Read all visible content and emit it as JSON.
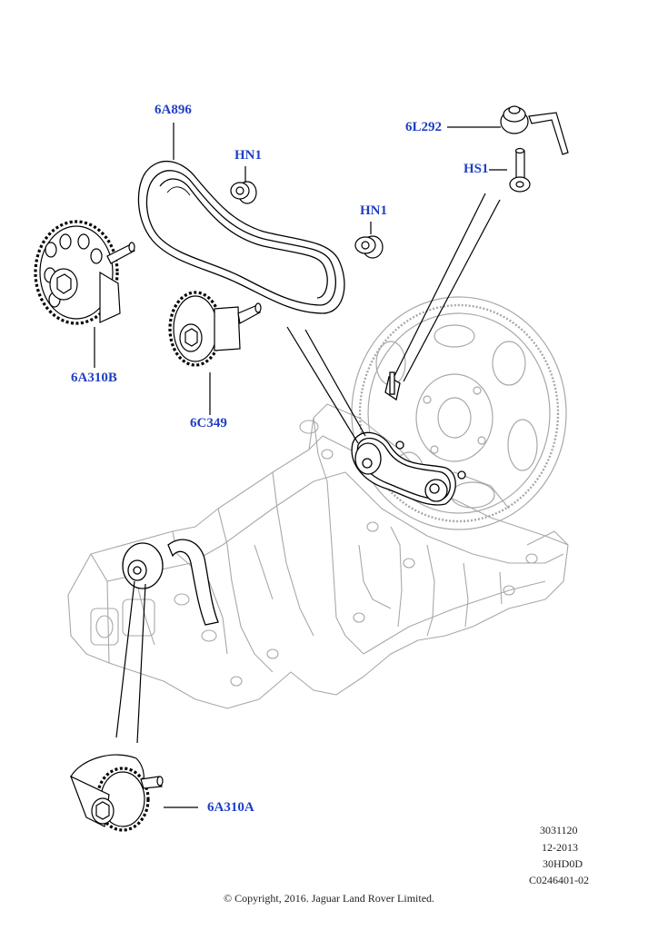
{
  "callouts": {
    "belt": "6A896",
    "hn1_upper": "HN1",
    "hn1_lower": "HN1",
    "sprocket_left": "6A310B",
    "sprocket_mid": "6C349",
    "bracket": "6L292",
    "bolt": "HS1",
    "sprocket_bottom": "6A310A"
  },
  "footer": {
    "line1": "3031120",
    "line2": "12-2013",
    "line3": "30HD0D",
    "line4": "C0246401-02",
    "copyright": "© Copyright, 2016. Jaguar Land Rover Limited."
  },
  "colors": {
    "callout": "#1f3fc4",
    "line_dark": "#000000",
    "line_light": "#a8a8a8"
  }
}
